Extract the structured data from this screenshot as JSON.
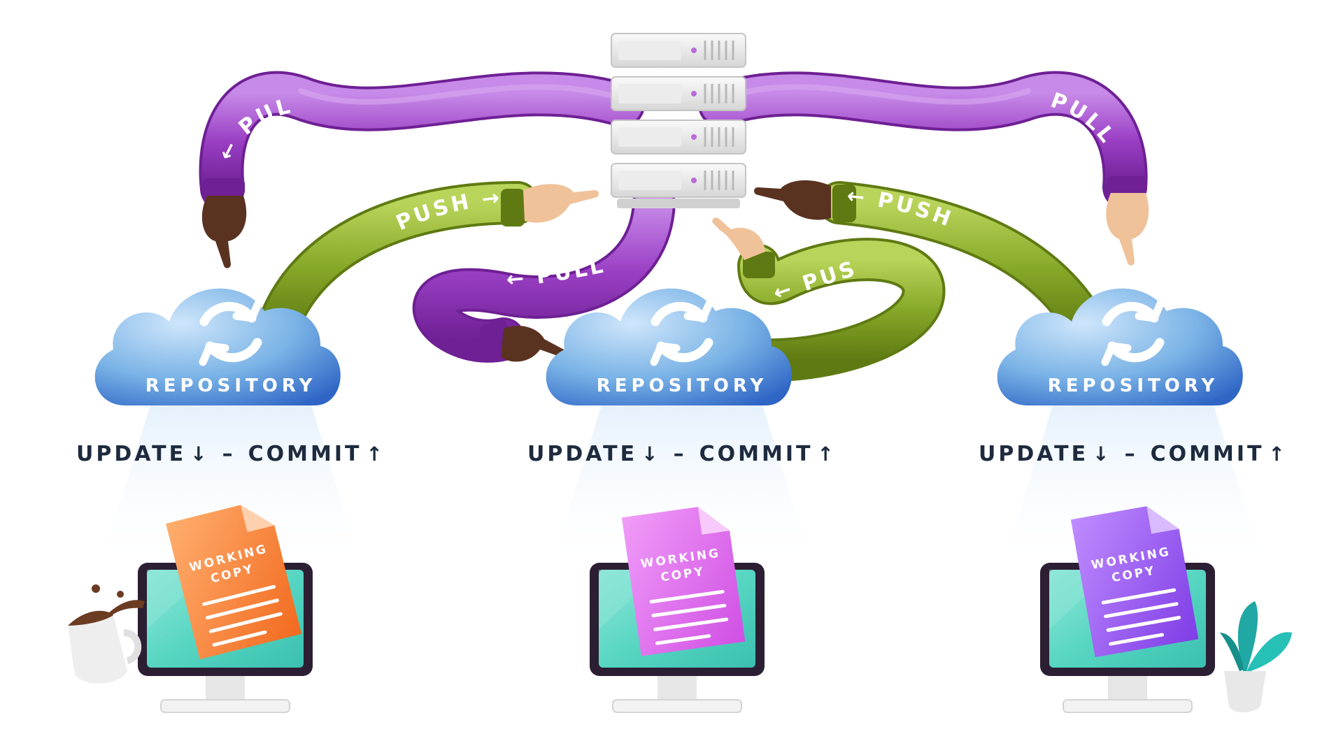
{
  "labels": {
    "pull": "PULL",
    "push": "PUSH",
    "repository": "REPOSITORY",
    "update": "UPDATE",
    "commit": "COMMIT",
    "working": "WORKING",
    "copy": "COPY"
  },
  "arrows": {
    "left": "←",
    "right": "→",
    "down": "↓",
    "up": "↑",
    "dash": "–"
  },
  "colors": {
    "pull_tube": "#9a3fc4",
    "push_tube": "#86a828",
    "cloud": "#7ab3e6",
    "cloud_dark": "#2f66c6",
    "screen": "#57d6c2",
    "monitor_frame": "#2c1f33",
    "doc_left": "#ff8a3d",
    "doc_center": "#e26df0",
    "doc_right": "#9a58f0",
    "text_dark": "#1e2a3e"
  },
  "icons": [
    "server-icon",
    "cloud-icon",
    "sync-icon",
    "monitor-icon",
    "document-icon",
    "hand-icon",
    "mug-icon",
    "plant-icon"
  ]
}
